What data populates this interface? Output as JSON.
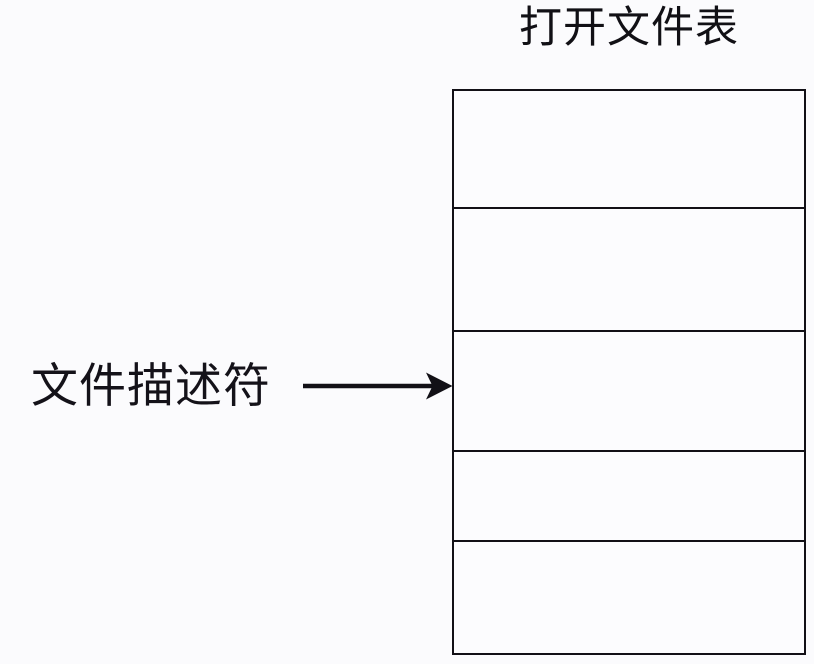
{
  "diagram": {
    "title": "打开文件表",
    "label": "文件描述符",
    "colors": {
      "background": "#fbfbfd",
      "stroke": "#121016",
      "text": "#141219",
      "cell_fill": "#fcfcfe"
    },
    "table": {
      "name": "open-file-table",
      "row_count": 5,
      "rows": [
        {
          "index": 0,
          "text": ""
        },
        {
          "index": 1,
          "text": ""
        },
        {
          "index": 2,
          "text": ""
        },
        {
          "index": 3,
          "text": ""
        },
        {
          "index": 4,
          "text": ""
        }
      ]
    },
    "arrow": {
      "name": "file-descriptor-arrow",
      "direction": "right",
      "points_to_row_index": 2
    }
  }
}
